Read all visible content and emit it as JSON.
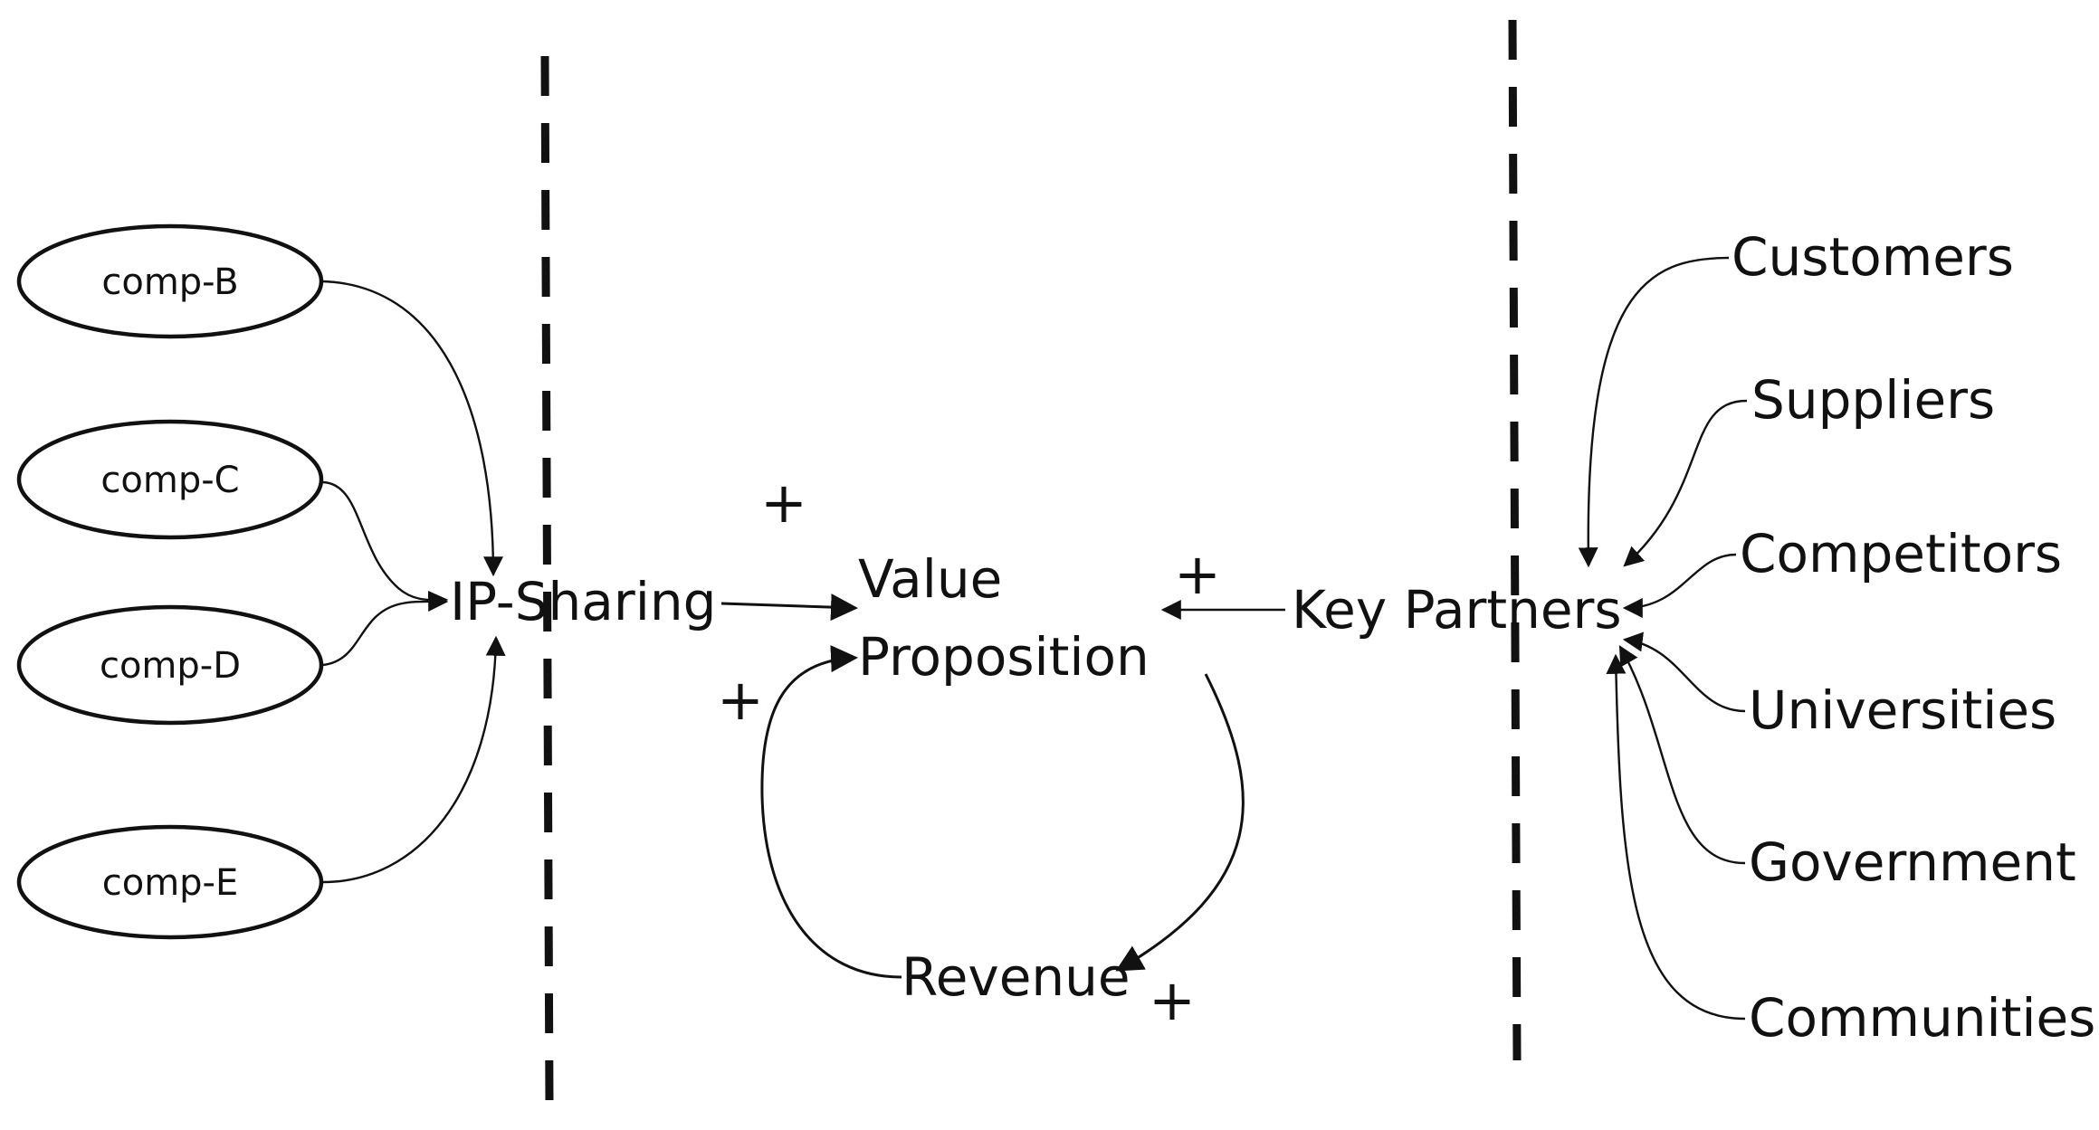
{
  "diagram": {
    "components": [
      {
        "id": "comp-b",
        "label": "comp-B"
      },
      {
        "id": "comp-c",
        "label": "comp-C"
      },
      {
        "id": "comp-d",
        "label": "comp-D"
      },
      {
        "id": "comp-e",
        "label": "comp-E"
      }
    ],
    "nodes": {
      "ip_sharing": "IP-Sharing",
      "value_line1": "Value",
      "value_line2": "Proposition",
      "revenue": "Revenue",
      "key_partners": "Key Partners"
    },
    "partners": [
      {
        "id": "customers",
        "label": "Customers"
      },
      {
        "id": "suppliers",
        "label": "Suppliers"
      },
      {
        "id": "competitors",
        "label": "Competitors"
      },
      {
        "id": "universities",
        "label": "Universities"
      },
      {
        "id": "government",
        "label": "Government"
      },
      {
        "id": "communities",
        "label": "Communities"
      }
    ],
    "signs": {
      "ip_to_value": "+",
      "partners_to_value": "+",
      "revenue_to_value": "+",
      "value_to_revenue": "+"
    },
    "colors": {
      "stroke": "#111111",
      "background": "#ffffff"
    }
  }
}
